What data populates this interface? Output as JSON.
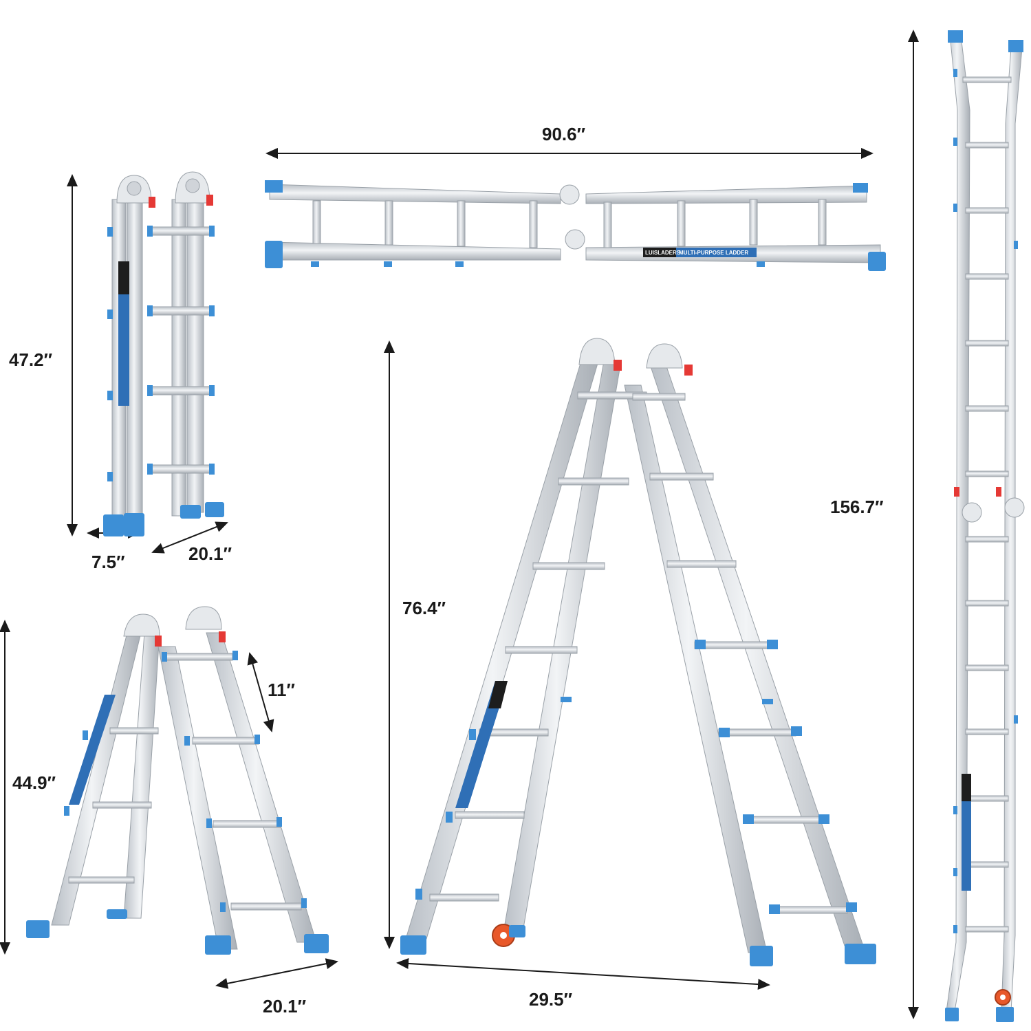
{
  "dimensions": {
    "folded_height": "47.2″",
    "folded_depth": "7.5″",
    "folded_width": "20.1″",
    "flat_length": "90.6″",
    "a_frame_small_height": "44.9″",
    "rung_spacing": "11″",
    "a_frame_small_base": "20.1″",
    "a_frame_large_height": "76.4″",
    "a_frame_large_base": "29.5″",
    "extension_height": "156.7″"
  },
  "labels": {
    "brand": "LUISLADERS",
    "product": "MULTI-PURPOSE LADDER"
  },
  "colors": {
    "aluminum": "#d9dde2",
    "aluminum_dark": "#a9afb6",
    "foot_blue": "#3d8fd6",
    "lock_red": "#e53935",
    "wheel_orange": "#e8582a",
    "text": "#1a1a1a"
  }
}
